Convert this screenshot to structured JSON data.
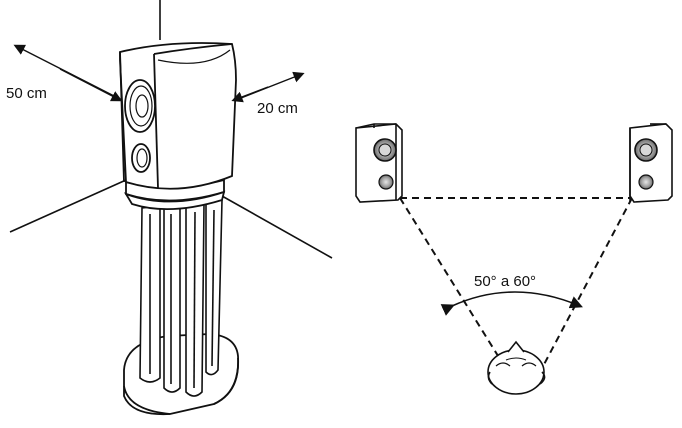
{
  "labels": {
    "distance_wall_back": "50 cm",
    "distance_wall_side": "20 cm",
    "angle_text": "50° a 60°"
  },
  "colors": {
    "line": "#111111",
    "fill": "#ffffff",
    "driver_grey": "#9a9a9a",
    "driver_dark": "#5a5a5a"
  },
  "icons": {
    "stand_speaker": "speaker-on-stand-illustration",
    "left_speaker": "speaker-icon",
    "right_speaker": "speaker-icon",
    "listener": "listener-head-icon"
  }
}
